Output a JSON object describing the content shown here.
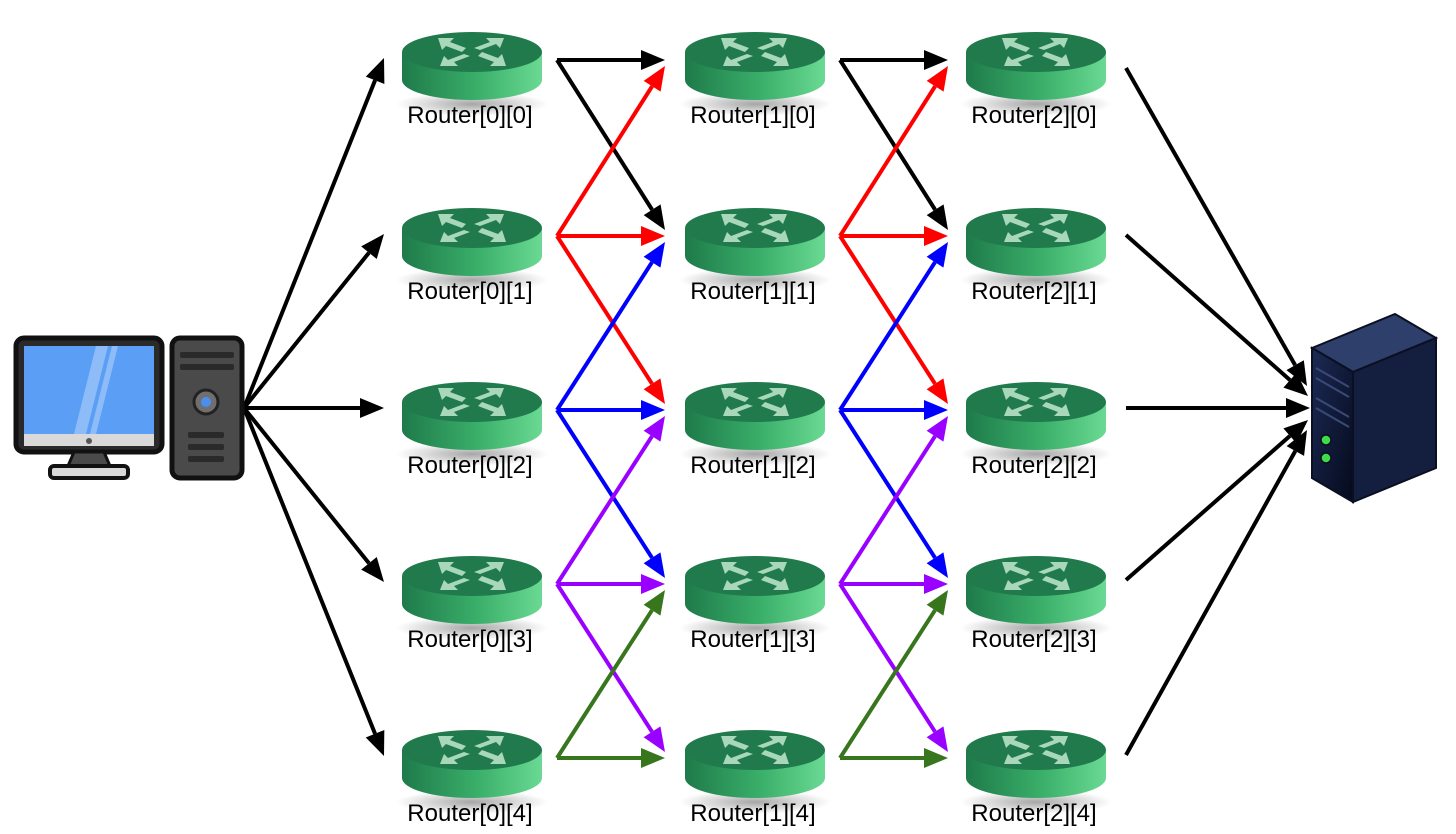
{
  "diagram": {
    "source": {
      "name": "computer",
      "icon": "desktop-computer-icon"
    },
    "destination": {
      "name": "server",
      "icon": "server-tower-icon"
    },
    "router_icon": "router-icon",
    "columns": [
      {
        "routers": [
          "Router[0][0]",
          "Router[0][1]",
          "Router[0][2]",
          "Router[0][3]",
          "Router[0][4]"
        ]
      },
      {
        "routers": [
          "Router[1][0]",
          "Router[1][1]",
          "Router[1][2]",
          "Router[1][3]",
          "Router[1][4]"
        ]
      },
      {
        "routers": [
          "Router[2][0]",
          "Router[2][1]",
          "Router[2][2]",
          "Router[2][3]",
          "Router[2][4]"
        ]
      }
    ],
    "row_colors": [
      "#000000",
      "#ff0000",
      "#0000ff",
      "#9900ff",
      "#38761d"
    ],
    "colors": {
      "router_top": "#207a4c",
      "router_side_light": "#5fd08a",
      "router_side_dark": "#1e7a4a",
      "router_arrows": "#a8d8b9",
      "monitor_screen": "#5b9ef5",
      "server_body": "#101c3a"
    }
  }
}
